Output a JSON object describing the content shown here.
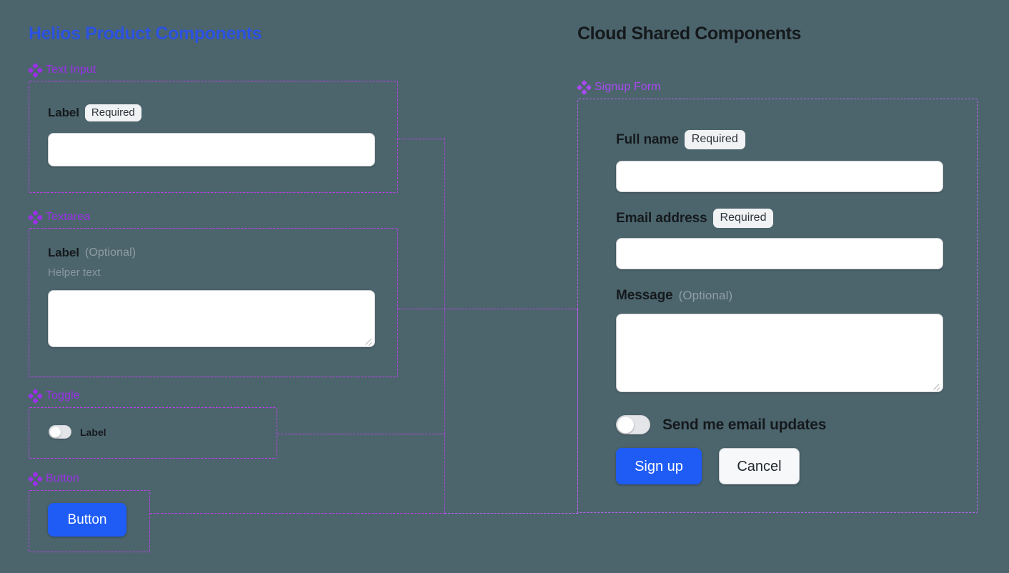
{
  "panels": {
    "left": {
      "title": "Helios Product Components",
      "title_color": "#2b52e0",
      "sections": [
        {
          "label": "Text Input",
          "icon": "component-diamond-icon"
        },
        {
          "label": "Textarea",
          "icon": "component-diamond-icon"
        },
        {
          "label": "Toggle",
          "icon": "component-diamond-icon"
        },
        {
          "label": "Button",
          "icon": "component-diamond-icon"
        }
      ],
      "text_input": {
        "label": "Label",
        "badge": "Required",
        "value": "",
        "placeholder": ""
      },
      "textarea": {
        "label": "Label",
        "optional": "(Optional)",
        "helper": "Helper text",
        "value": "",
        "placeholder": ""
      },
      "toggle": {
        "label": "Label",
        "state": "off"
      },
      "button": {
        "label": "Button"
      }
    },
    "right": {
      "title": "Cloud Shared Components",
      "title_color": "#15191c",
      "sections": [
        {
          "label": "Signup Form",
          "icon": "component-diamond-icon"
        }
      ],
      "signup_form": {
        "full_name": {
          "label": "Full name",
          "badge": "Required",
          "value": "",
          "placeholder": ""
        },
        "email": {
          "label": "Email address",
          "badge": "Required",
          "value": "",
          "placeholder": ""
        },
        "message": {
          "label": "Message",
          "optional": "(Optional)",
          "value": "",
          "placeholder": ""
        },
        "email_updates": {
          "label": "Send me email updates",
          "state": "off"
        },
        "submit": "Sign up",
        "cancel": "Cancel"
      }
    }
  },
  "colors": {
    "background": "#4c656d",
    "accent_blue": "#2b52e0",
    "button_blue": "#1f5cf5",
    "overlay_magenta": "#c13df0",
    "overlay_violet": "#b763ef",
    "section_label_a": "#9b30e8",
    "section_label_b": "#a74af0",
    "badge_bg": "#f1f2f4",
    "muted_text": "#8f9ea4"
  }
}
